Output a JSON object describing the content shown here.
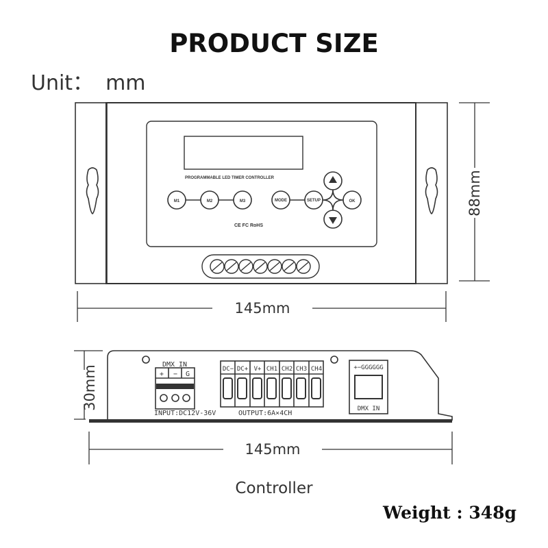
{
  "header": {
    "title": "PRODUCT SIZE"
  },
  "unit": {
    "label": "Unit：",
    "value": "mm"
  },
  "front_view": {
    "panel_text": "PROGRAMMABLE LED TIMER CONTROLLER",
    "buttons": {
      "m1": "M1",
      "m2": "M2",
      "m3": "M3",
      "mode": "MODE",
      "setup": "SETUP",
      "ok": "OK"
    },
    "certifications": "CE FC RoHS",
    "width": "145mm",
    "height": "88mm"
  },
  "side_view": {
    "dmx_in_label": "DMX IN",
    "dmx_pins": [
      "+",
      "−",
      "G"
    ],
    "output_terminals": [
      "DC−",
      "DC+",
      "V+",
      "CH1",
      "CH2",
      "CH3",
      "CH4"
    ],
    "input_spec": "INPUT:DC12V-36V",
    "output_spec": "OUTPUT:6A×4CH",
    "rj45_pins": "+−GGGGGG",
    "rj45_label": "DMX IN",
    "width": "145mm",
    "height": "30mm"
  },
  "caption": "Controller",
  "weight": "Weight : 348g"
}
